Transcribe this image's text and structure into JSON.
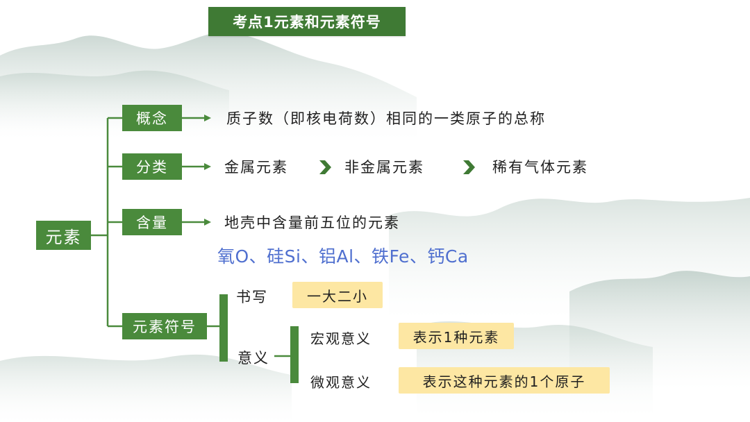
{
  "title": "考点1元素和元素符号",
  "root": {
    "label": "元素"
  },
  "branches": {
    "concept": {
      "label": "概念",
      "text": "质子数（即核电荷数）相同的一类原子的总称"
    },
    "classification": {
      "label": "分类",
      "items": [
        "金属元素",
        "非金属元素",
        "稀有气体元素"
      ]
    },
    "content": {
      "label": "含量",
      "text": "地壳中含量前五位的元素",
      "elements": "氧O、硅Si、铝Al、铁Fe、钙Ca"
    },
    "symbol": {
      "label": "元素符号",
      "writing": {
        "label": "书写",
        "rule": "一大二小"
      },
      "meaning": {
        "label": "意义",
        "macro": {
          "label": "宏观意义",
          "text": "表示1种元素"
        },
        "micro": {
          "label": "微观意义",
          "text": "表示这种元素的1个原子"
        }
      }
    }
  },
  "colors": {
    "green": "#4a8a3c",
    "title_green": "#3f7a34",
    "blue_text": "#4f6fcf",
    "highlight": "#fde7a3"
  }
}
